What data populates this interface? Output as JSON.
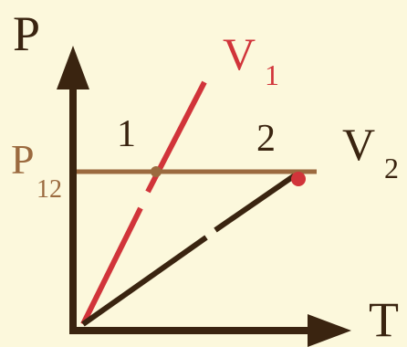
{
  "diagram": {
    "axis_labels": {
      "vertical": "P",
      "horizontal": "T"
    },
    "isochores": [
      {
        "letter": "V",
        "subscript": "1",
        "color": "#d1343a"
      },
      {
        "letter": "V",
        "subscript": "2",
        "color": "#3a2410"
      }
    ],
    "states": [
      {
        "label": "1"
      },
      {
        "label": "2"
      }
    ],
    "isobar": {
      "letter": "P",
      "subscript": "12",
      "color": "#9b6a3f"
    },
    "colors": {
      "background": "#fcf8dc",
      "axes": "#3a2410",
      "point_1": "#9b6a3f",
      "point_2": "#d1343a"
    }
  }
}
